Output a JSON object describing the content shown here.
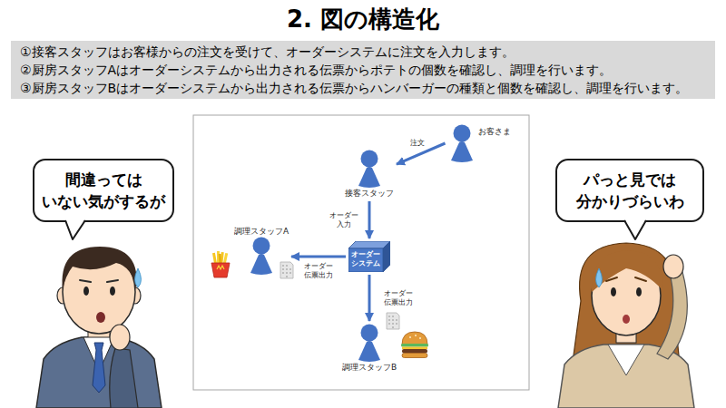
{
  "diagram": {
    "title": "2. 図の構造化",
    "nodes": [
      {
        "text": [
          "①接客スタッフはお客様からの注文を受けて、オーダーシステムに注文を入力します。",
          "②厨房スタッフAはオーダーシステムから出力される伝票からポテトの個数を確認し、調理を行います。",
          "③厨房スタッフBはオーダーシステムから出力される伝票からハンバーガーの種類と個数を確認し、調理を行います。"
        ]
      },
      {
        "text": [
          "間違っては いない気がするが"
        ]
      },
      {
        "text": [
          "お客さま"
        ]
      },
      {
        "text": [
          "接客スタッフ"
        ]
      },
      {
        "text": [
          "調理スタッフA"
        ]
      },
      {
        "text": [
          "オーダー システム"
        ]
      },
      {
        "text": [
          "調理スタッフB"
        ]
      },
      {
        "text": [
          "パっと見では 分かりづらいわ"
        ]
      }
    ],
    "edges": [
      {
        "from": 2,
        "to": 3,
        "label": "注文",
        "arrow": "to"
      },
      {
        "from": 3,
        "to": 5,
        "label": "オーダー 入力",
        "arrow": "to"
      },
      {
        "from": 5,
        "to": 4,
        "label": "オーダー 伝票出力",
        "arrow": "to"
      },
      {
        "from": 5,
        "to": 6,
        "label": "オーダー 伝票出力",
        "arrow": "to"
      }
    ]
  }
}
